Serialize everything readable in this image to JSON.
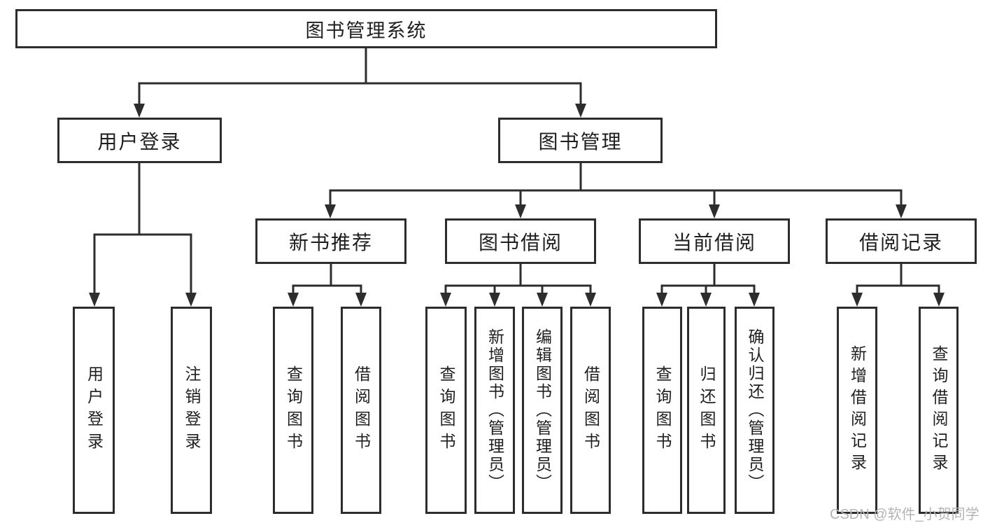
{
  "diagram": {
    "watermark": "CSDN @软件_小贺同学",
    "colors": {
      "line": "#2d2d2d",
      "text": "#1f1f1f",
      "box_background": "#ffffff",
      "watermark": "#b4b4b4",
      "page_background": "#ffffff"
    },
    "tree": {
      "root": "图书管理系统",
      "children": [
        {
          "label": "用户登录",
          "children": [
            "用户登录",
            "注销登录"
          ]
        },
        {
          "label": "图书管理",
          "children": [
            {
              "label": "新书推荐",
              "children": [
                "查询图书",
                "借阅图书"
              ]
            },
            {
              "label": "图书借阅",
              "children": [
                "查询图书",
                "新增图书（管理员）",
                "编辑图书（管理员）",
                "借阅图书"
              ]
            },
            {
              "label": "当前借阅",
              "children": [
                "查询图书",
                "归还图书",
                "确认归还（管理员）"
              ]
            },
            {
              "label": "借阅记录",
              "children": [
                "新增借阅记录",
                "查询借阅记录"
              ]
            }
          ]
        }
      ]
    }
  }
}
